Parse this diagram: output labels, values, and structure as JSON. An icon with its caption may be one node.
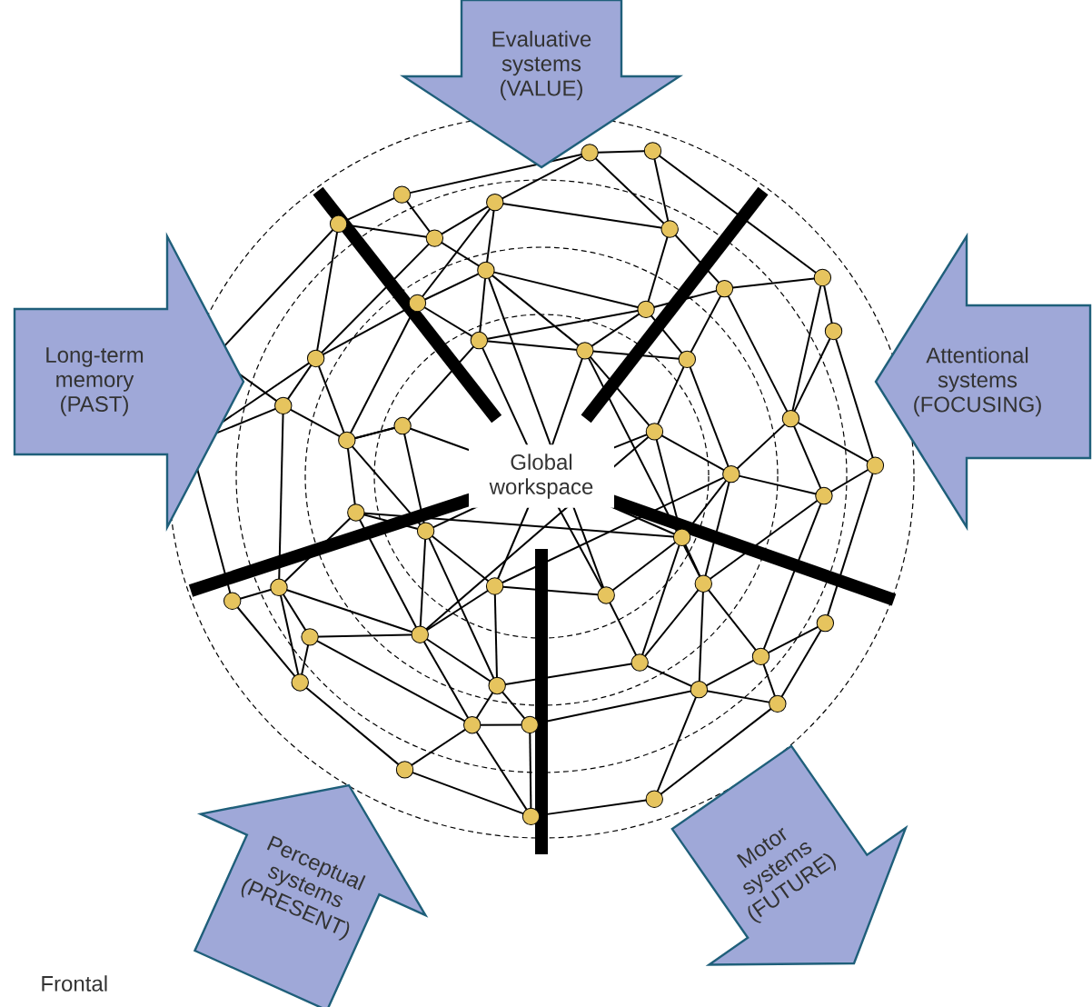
{
  "diagram": {
    "nodes": [
      {
        "text": [
          "Evaluative systems (VALUE)"
        ]
      },
      {
        "text": [
          "Long-term memory (PAST)"
        ]
      },
      {
        "text": [
          "Attentional systems (FOCUSING)"
        ]
      },
      {
        "text": [
          "Global workspace"
        ]
      },
      {
        "text": [
          "Perceptual systems (PRESENT)"
        ]
      },
      {
        "text": [
          "Motor systems (FUTURE)"
        ]
      }
    ],
    "labels": [
      "Frontal"
    ]
  }
}
